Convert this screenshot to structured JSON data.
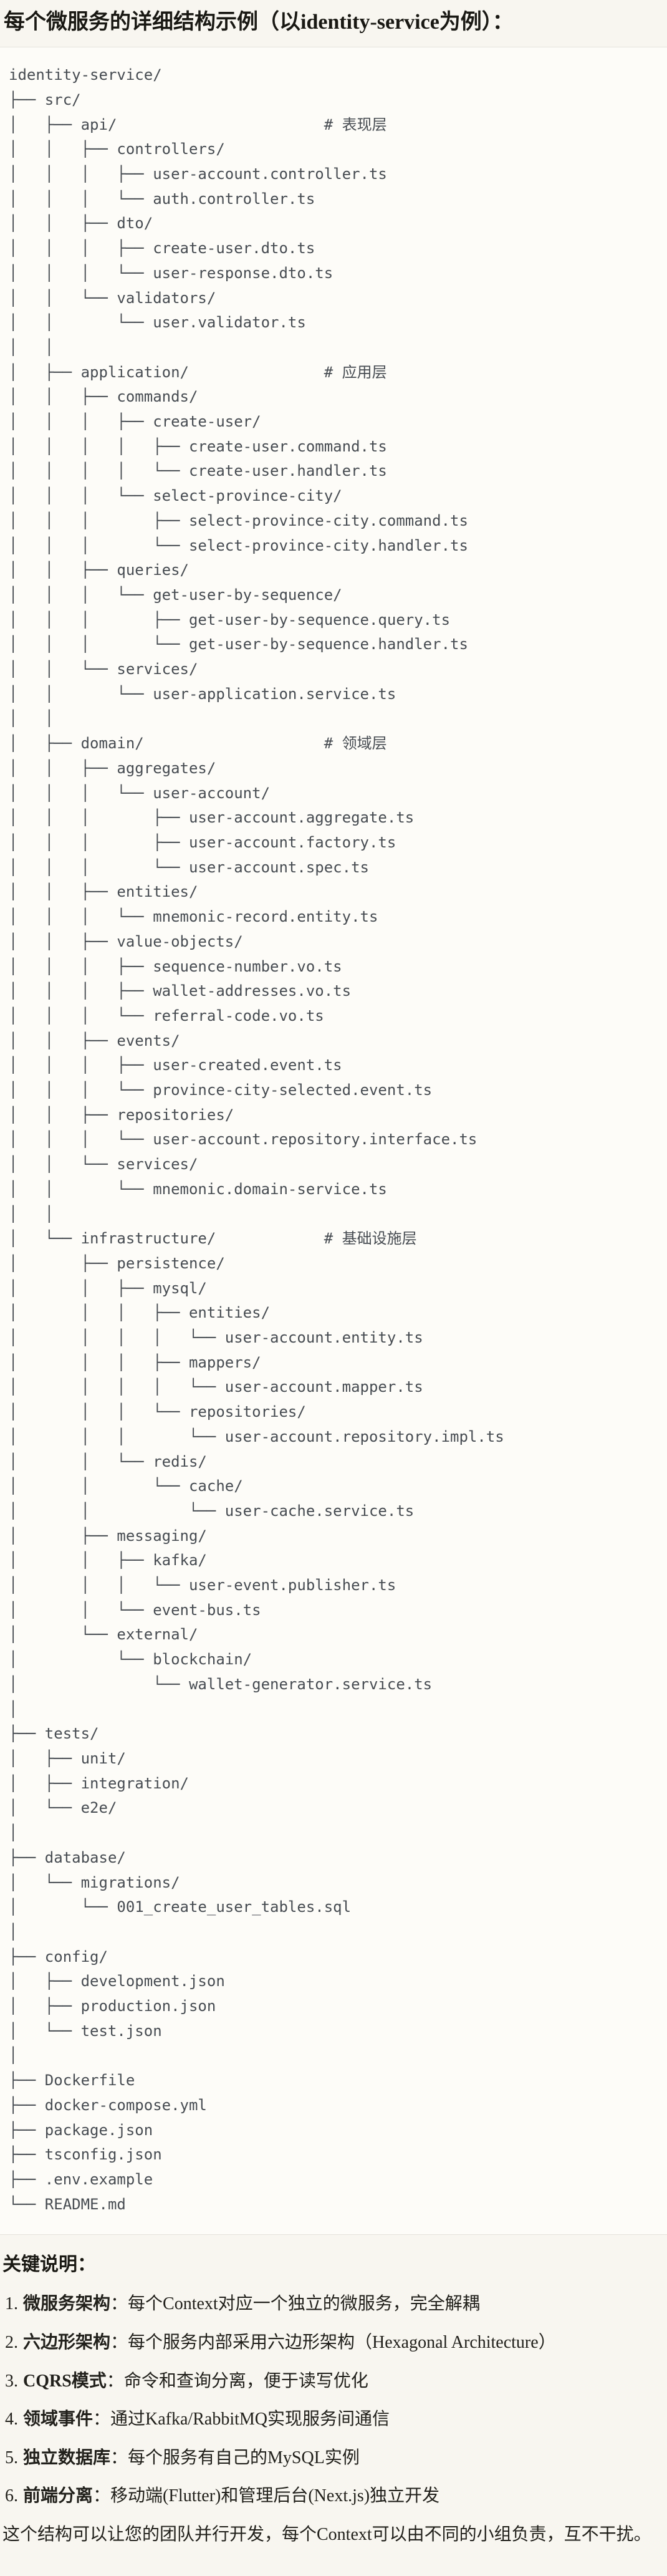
{
  "title": "每个微服务的详细结构示例（以identity-service为例）：",
  "tree": {
    "lines": [
      "identity-service/",
      "├── src/",
      "│   ├── api/                       # 表现层",
      "│   │   ├── controllers/",
      "│   │   │   ├── user-account.controller.ts",
      "│   │   │   └── auth.controller.ts",
      "│   │   ├── dto/",
      "│   │   │   ├── create-user.dto.ts",
      "│   │   │   └── user-response.dto.ts",
      "│   │   └── validators/",
      "│   │       └── user.validator.ts",
      "│   │",
      "│   ├── application/               # 应用层",
      "│   │   ├── commands/",
      "│   │   │   ├── create-user/",
      "│   │   │   │   ├── create-user.command.ts",
      "│   │   │   │   └── create-user.handler.ts",
      "│   │   │   └── select-province-city/",
      "│   │   │       ├── select-province-city.command.ts",
      "│   │   │       └── select-province-city.handler.ts",
      "│   │   ├── queries/",
      "│   │   │   └── get-user-by-sequence/",
      "│   │   │       ├── get-user-by-sequence.query.ts",
      "│   │   │       └── get-user-by-sequence.handler.ts",
      "│   │   └── services/",
      "│   │       └── user-application.service.ts",
      "│   │",
      "│   ├── domain/                    # 领域层",
      "│   │   ├── aggregates/",
      "│   │   │   └── user-account/",
      "│   │   │       ├── user-account.aggregate.ts",
      "│   │   │       ├── user-account.factory.ts",
      "│   │   │       └── user-account.spec.ts",
      "│   │   ├── entities/",
      "│   │   │   └── mnemonic-record.entity.ts",
      "│   │   ├── value-objects/",
      "│   │   │   ├── sequence-number.vo.ts",
      "│   │   │   ├── wallet-addresses.vo.ts",
      "│   │   │   └── referral-code.vo.ts",
      "│   │   ├── events/",
      "│   │   │   ├── user-created.event.ts",
      "│   │   │   └── province-city-selected.event.ts",
      "│   │   ├── repositories/",
      "│   │   │   └── user-account.repository.interface.ts",
      "│   │   └── services/",
      "│   │       └── mnemonic.domain-service.ts",
      "│   │",
      "│   └── infrastructure/            # 基础设施层",
      "│       ├── persistence/",
      "│       │   ├── mysql/",
      "│       │   │   ├── entities/",
      "│       │   │   │   └── user-account.entity.ts",
      "│       │   │   ├── mappers/",
      "│       │   │   │   └── user-account.mapper.ts",
      "│       │   │   └── repositories/",
      "│       │   │       └── user-account.repository.impl.ts",
      "│       │   └── redis/",
      "│       │       └── cache/",
      "│       │           └── user-cache.service.ts",
      "│       ├── messaging/",
      "│       │   ├── kafka/",
      "│       │   │   └── user-event.publisher.ts",
      "│       │   └── event-bus.ts",
      "│       └── external/",
      "│           └── blockchain/",
      "│               └── wallet-generator.service.ts",
      "│",
      "├── tests/",
      "│   ├── unit/",
      "│   ├── integration/",
      "│   └── e2e/",
      "│",
      "├── database/",
      "│   └── migrations/",
      "│       └── 001_create_user_tables.sql",
      "│",
      "├── config/",
      "│   ├── development.json",
      "│   ├── production.json",
      "│   └── test.json",
      "│",
      "├── Dockerfile",
      "├── docker-compose.yml",
      "├── package.json",
      "├── tsconfig.json",
      "├── .env.example",
      "└── README.md"
    ]
  },
  "notes": {
    "heading": "关键说明：",
    "items": [
      {
        "num": "1.",
        "term": "微服务架构",
        "colon": "：",
        "desc": "每个Context对应一个独立的微服务，完全解耦"
      },
      {
        "num": "2.",
        "term": "六边形架构",
        "colon": "：",
        "desc": "每个服务内部采用六边形架构（Hexagonal Architecture）"
      },
      {
        "num": "3.",
        "term": "CQRS模式",
        "colon": "：",
        "desc": "命令和查询分离，便于读写优化"
      },
      {
        "num": "4.",
        "term": "领域事件",
        "colon": "：",
        "desc": "通过Kafka/RabbitMQ实现服务间通信"
      },
      {
        "num": "5.",
        "term": "独立数据库",
        "colon": "：",
        "desc": "每个服务有自己的MySQL实例"
      },
      {
        "num": "6.",
        "term": "前端分离",
        "colon": "：",
        "desc": "移动端(Flutter)和管理后台(Next.js)独立开发"
      }
    ],
    "closing": "这个结构可以让您的团队并行开发，每个Context可以由不同的小组负责，互不干扰。"
  }
}
